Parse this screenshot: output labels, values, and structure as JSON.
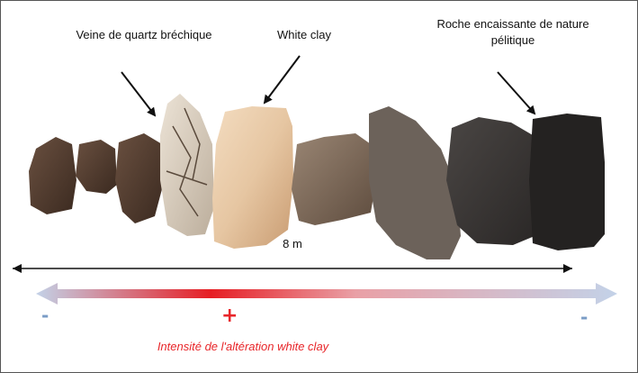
{
  "labels": {
    "quartz": "Veine de quartz bréchique",
    "clay": "White clay",
    "roche_line1": "Roche encaissante de nature",
    "roche_line2": "pélitique",
    "distance": "8 m",
    "plus": "+",
    "minus_left": "-",
    "minus_right": "-",
    "intensity": "Intensité de l'altération white clay"
  },
  "colors": {
    "accent_red": "#e8262a",
    "gradient_blue": "#b9cbe4",
    "text": "#111111"
  },
  "rocks": [
    "dark-brown-rock-1",
    "dark-brown-rock-2",
    "dark-brown-rock-3",
    "quartz-breccia-rock",
    "white-clay-rock",
    "altered-rock-1",
    "altered-rock-2",
    "dark-pelite-rock-1",
    "dark-pelite-rock-2"
  ]
}
